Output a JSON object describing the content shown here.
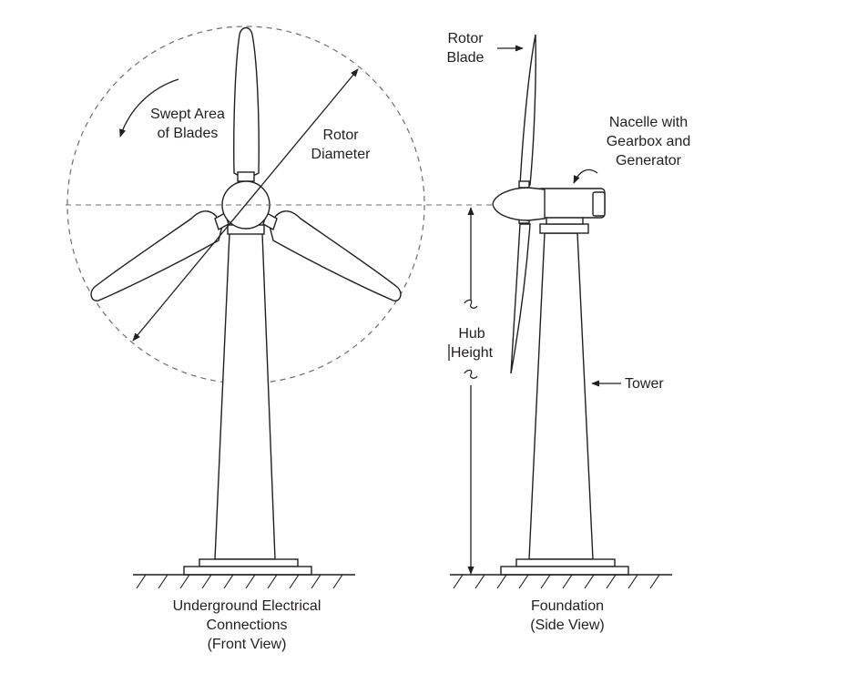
{
  "labels": {
    "swept_area": [
      "Swept Area",
      "of Blades"
    ],
    "rotor_diameter": [
      "Rotor",
      "Diameter"
    ],
    "rotor_blade": [
      "Rotor",
      "Blade"
    ],
    "nacelle": [
      "Nacelle with",
      "Gearbox and",
      "Generator"
    ],
    "hub_height": [
      "Hub",
      "Height"
    ],
    "tower": "Tower",
    "front_caption": [
      "Underground Electrical",
      "Connections",
      "(Front View)"
    ],
    "side_caption": [
      "Foundation",
      "(Side View)"
    ]
  },
  "colors": {
    "line": "#231f20",
    "dash": "#6d6e71",
    "background": "#ffffff"
  }
}
